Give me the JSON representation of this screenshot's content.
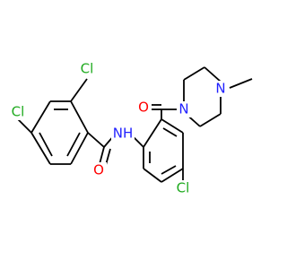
{
  "molecule": {
    "atoms": {
      "cl_left": {
        "label": "Cl",
        "color": "#1faa1f"
      },
      "cl_top": {
        "label": "Cl",
        "color": "#1faa1f"
      },
      "cl_bottom": {
        "label": "Cl",
        "color": "#1faa1f"
      },
      "o_amide": {
        "label": "O",
        "color": "#ff0000"
      },
      "o_carbonyl": {
        "label": "O",
        "color": "#ff0000"
      },
      "nh": {
        "label": "NH",
        "color": "#1f1fff"
      },
      "n_piperazine_1": {
        "label": "N",
        "color": "#1f1fff"
      },
      "n_piperazine_2": {
        "label": "N",
        "color": "#1f1fff"
      }
    }
  }
}
